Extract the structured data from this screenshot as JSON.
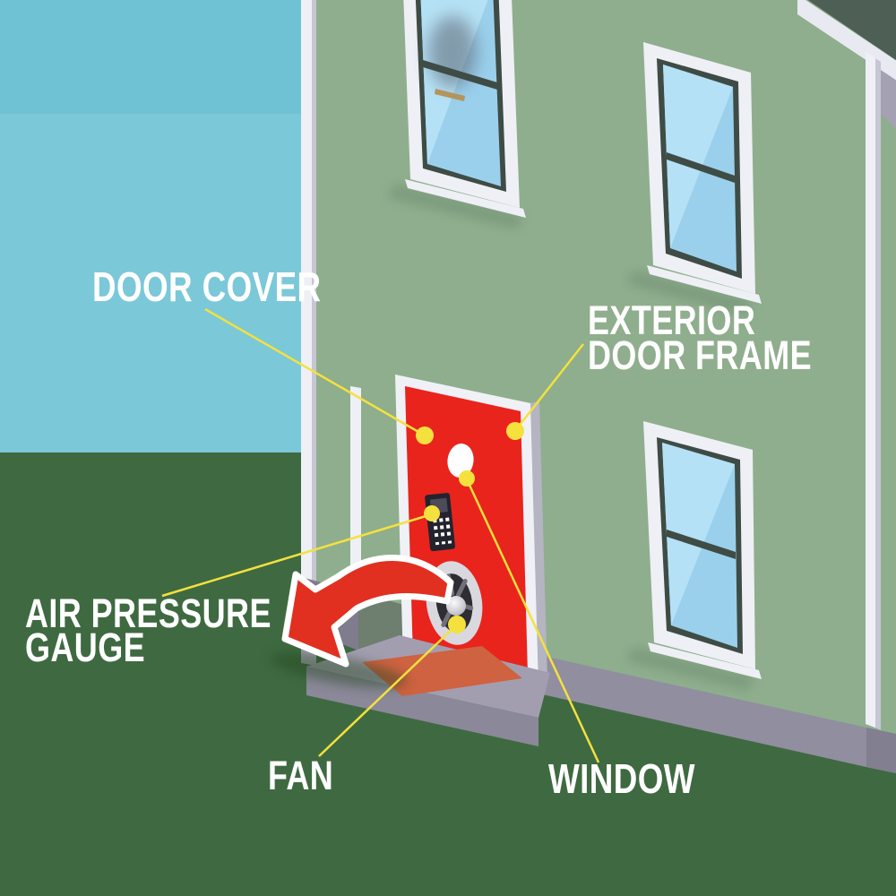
{
  "figure": {
    "type": "illustrated-diagram",
    "subject": "blower-door-test-setup"
  },
  "callouts": {
    "door_cover": {
      "text": "DOOR COVER"
    },
    "exterior_door_frame": {
      "line1": "EXTERIOR",
      "line2": "DOOR FRAME"
    },
    "air_pressure_gauge": {
      "line1": "AIR PRESSURE",
      "line2": "GAUGE"
    },
    "fan": {
      "text": "FAN"
    },
    "window": {
      "text": "WINDOW"
    }
  },
  "colors": {
    "sky": "#7bc8d9",
    "sky_top": "#6fc2d4",
    "wall": "#8fae8d",
    "grass": "#3f6a41",
    "roof": "#4e5f55",
    "fascia": "#e9e9f2",
    "eave_shadow": "#a4a1b2",
    "trim": "#eef0f6",
    "trim_shade": "#c6c6d4",
    "trim_dark": "#a5a2b4",
    "foundation": "#918ea0",
    "foundation_side": "#827f90",
    "window_frame": "#eef0f6",
    "sash": "#3e4c45",
    "glass": "#9ad0ec",
    "glass_light": "#b5e1f6",
    "shadow_green": "#6d8d71",
    "door_red": "#e9241d",
    "frame_white": "#f0f1f7",
    "reveal_gray": "#b4b4c2",
    "porthole": "#fefefe",
    "gauge_body": "#23232e",
    "gauge_screen": "#4b4b5a",
    "gauge_key": "#ffffff",
    "fan_ring": "#d9d8de",
    "fan_dark": "#2e2d33",
    "fan_spoke": "#71707a",
    "fan_hub": "#e8e8ee",
    "stoop_top": "#a29eb0",
    "stoop_front": "#8b8899",
    "landing": "#7f7c8d",
    "landing_green": "#6e7e6f",
    "mat": "#cf6240",
    "arrow_red": "#e1301f",
    "arrow_outline": "#ffffff",
    "handle_gold": "#b3955c",
    "smudge": "#5a6470",
    "callout_yellow": "#f4e13e",
    "label_text": "#ffffff"
  }
}
